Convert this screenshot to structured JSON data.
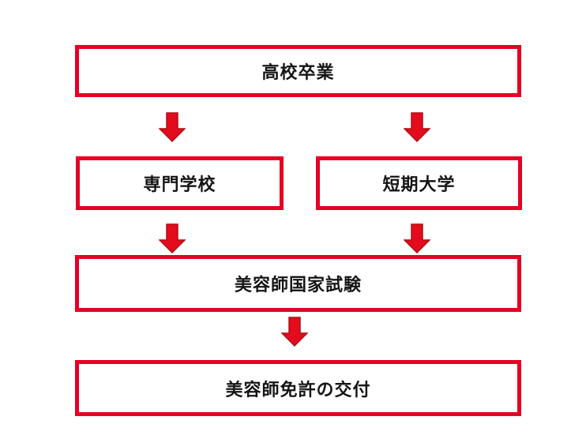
{
  "colors": {
    "border_red": "#e50023",
    "arrow_fill": "#e30b1c",
    "arrow_outline": "#ae1117",
    "text_black": "#151515",
    "page_bg": "#ffffff"
  },
  "flowchart": {
    "nodes": [
      {
        "label": "高校卒業"
      },
      {
        "label": "専門学校"
      },
      {
        "label": "短期大学"
      },
      {
        "label": "美容師国家試験"
      },
      {
        "label": "美容師免許の交付"
      }
    ],
    "edges": [
      {
        "from": "高校卒業",
        "to": "専門学校"
      },
      {
        "from": "高校卒業",
        "to": "短期大学"
      },
      {
        "from": "専門学校",
        "to": "美容師国家試験"
      },
      {
        "from": "短期大学",
        "to": "美容師国家試験"
      },
      {
        "from": "美容師国家試験",
        "to": "美容師免許の交付"
      }
    ]
  }
}
